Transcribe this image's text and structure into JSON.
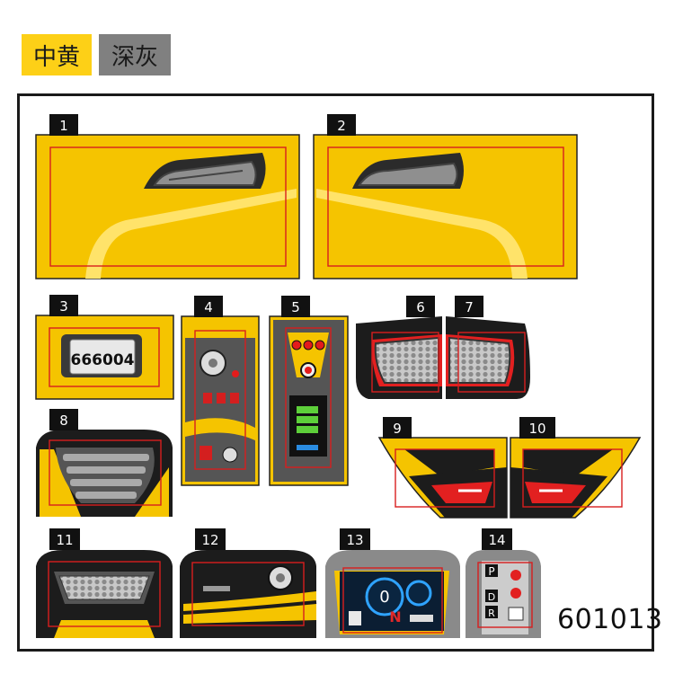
{
  "colors": {
    "primary": {
      "label": "中黄",
      "hex": "#FDD017"
    },
    "secondary": {
      "label": "深灰",
      "hex": "#808080"
    }
  },
  "stickers": [
    {
      "number": "1"
    },
    {
      "number": "2"
    },
    {
      "number": "3",
      "plate_text": "666004"
    },
    {
      "number": "4"
    },
    {
      "number": "5"
    },
    {
      "number": "6"
    },
    {
      "number": "7"
    },
    {
      "number": "8"
    },
    {
      "number": "9"
    },
    {
      "number": "10"
    },
    {
      "number": "11"
    },
    {
      "number": "12"
    },
    {
      "number": "13",
      "speed_digit": "0",
      "gear_letter": "N"
    },
    {
      "number": "14",
      "gear_p": "P",
      "gear_d": "D",
      "gear_r": "R"
    }
  ],
  "set_code": "601013"
}
